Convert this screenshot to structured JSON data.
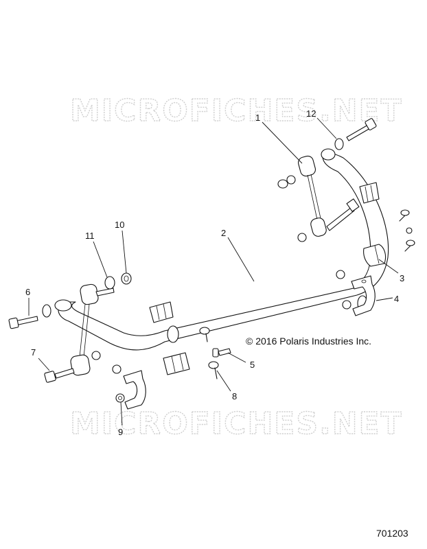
{
  "watermark_text": "MICROFICHES.NET",
  "copyright": "© 2016 Polaris Industries Inc.",
  "document_number": "701203",
  "callouts": [
    "1",
    "2",
    "3",
    "4",
    "5",
    "6",
    "7",
    "8",
    "9",
    "10",
    "11",
    "12"
  ]
}
